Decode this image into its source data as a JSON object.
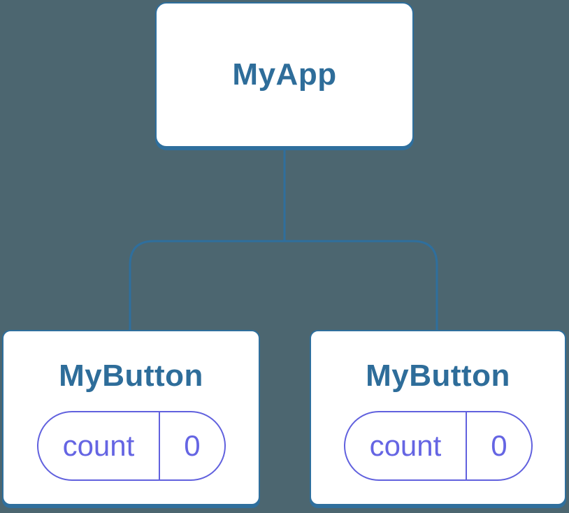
{
  "diagram": {
    "title": "component-state-tree",
    "root": {
      "label": "MyApp"
    },
    "children": [
      {
        "label": "MyButton",
        "state": {
          "name": "count",
          "value": "0"
        }
      },
      {
        "label": "MyButton",
        "state": {
          "name": "count",
          "value": "0"
        }
      }
    ]
  },
  "colors": {
    "background": "#4C6670",
    "node_fill": "#FFFFFF",
    "node_border": "#2F6F9D",
    "node_title_text": "#2E6D9A",
    "connector_line": "#2F6F9D",
    "state_accent": "#6161DE",
    "state_text": "#6565E3"
  }
}
